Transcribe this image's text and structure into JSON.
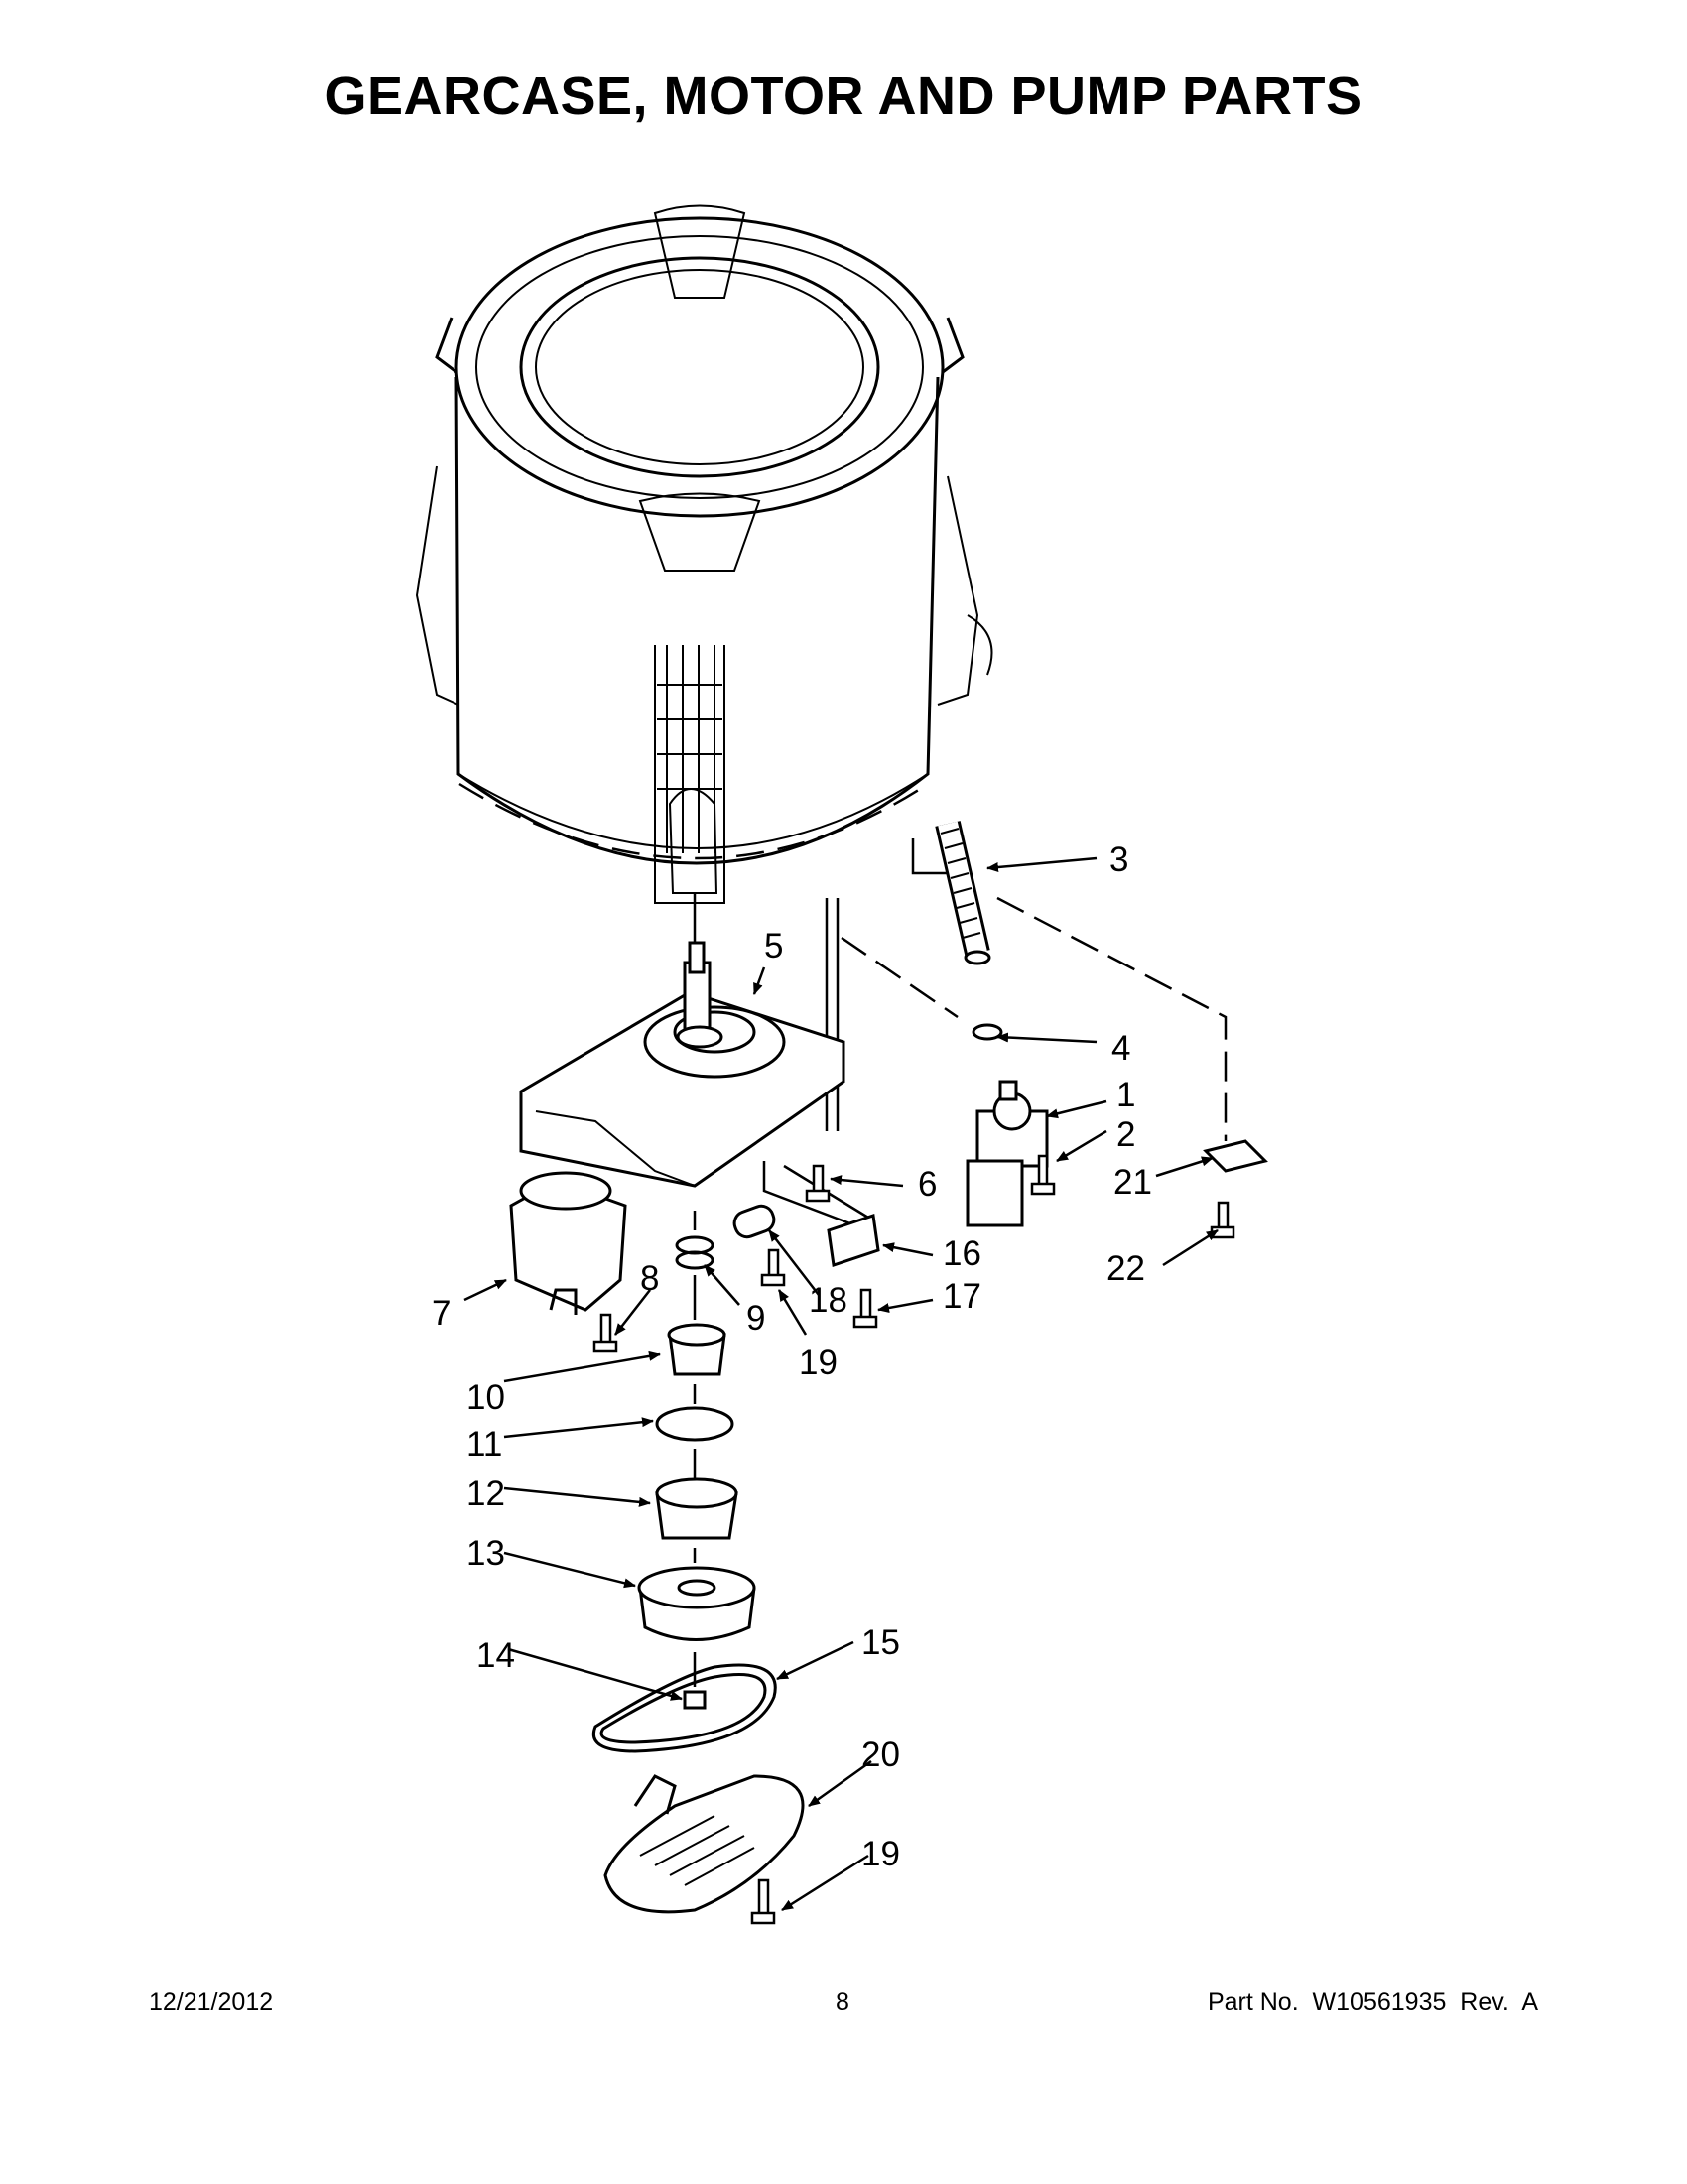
{
  "title": "GEARCASE, MOTOR AND PUMP PARTS",
  "callouts": [
    "3",
    "5",
    "4",
    "1",
    "2",
    "6",
    "21",
    "22",
    "16",
    "17",
    "7",
    "8",
    "9",
    "18",
    "19",
    "10",
    "11",
    "12",
    "13",
    "14",
    "15",
    "20",
    "19"
  ],
  "footer": {
    "date": "12/21/2012",
    "page": "8",
    "part_number": "Part No.  W10561935  Rev.  A"
  }
}
